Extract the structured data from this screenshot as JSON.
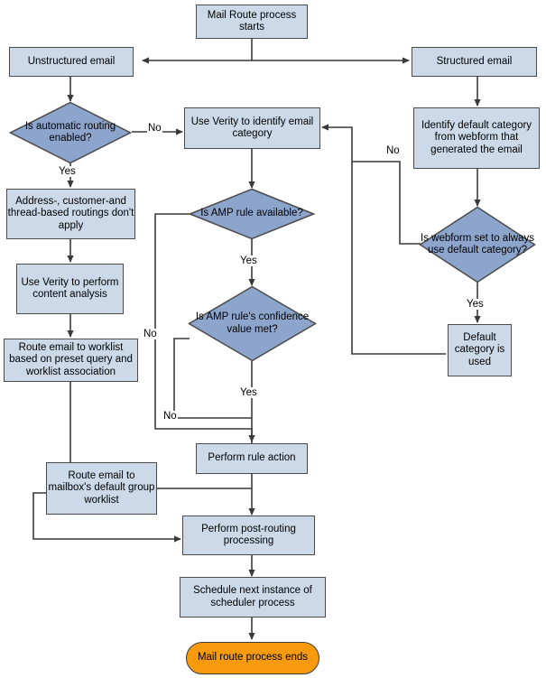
{
  "diagram": {
    "title": "Mail Route process flow",
    "type": "flowchart",
    "colors": {
      "process_fill": "#ccd9e8",
      "decision_fill": "#8da5cc",
      "terminator_fill": "#f79b0d",
      "stroke": "#4a4a4a",
      "connector": "#3a3a3a",
      "text": "#000000",
      "background": "#ffffff"
    },
    "nodes": [
      {
        "id": "start",
        "shape": "process",
        "text": "Mail Route process starts"
      },
      {
        "id": "unstructured",
        "shape": "process",
        "text": "Unstructured email"
      },
      {
        "id": "structured",
        "shape": "process",
        "text": "Structured email"
      },
      {
        "id": "autorouting",
        "shape": "decision",
        "text": "Is automatic routing enabled?"
      },
      {
        "id": "verity-cat",
        "shape": "process",
        "text": "Use Verity to identify email category"
      },
      {
        "id": "ident-default",
        "shape": "process",
        "text": "Identify default category from webform that generated the email"
      },
      {
        "id": "no-apply",
        "shape": "process",
        "text": "Address-, customer-and thread-based routings don't apply"
      },
      {
        "id": "amp-avail",
        "shape": "decision",
        "text": "Is AMP rule available?"
      },
      {
        "id": "webform-set",
        "shape": "decision",
        "text": "Is webform set to always use default category?"
      },
      {
        "id": "verity-content",
        "shape": "process",
        "text": "Use Verity to perform content analysis"
      },
      {
        "id": "amp-conf",
        "shape": "decision",
        "text": "Is AMP rule's confidence value met?"
      },
      {
        "id": "route-preset",
        "shape": "process",
        "text": "Route email to worklist based on preset query and worklist association"
      },
      {
        "id": "default-used",
        "shape": "process",
        "text": "Default category is used"
      },
      {
        "id": "rule-action",
        "shape": "process",
        "text": "Perform rule action"
      },
      {
        "id": "route-mailbox",
        "shape": "process",
        "text": "Route email to mailbox's default group worklist"
      },
      {
        "id": "post-routing",
        "shape": "process",
        "text": "Perform post-routing processing"
      },
      {
        "id": "schedule-next",
        "shape": "process",
        "text": "Schedule next instance of scheduler process"
      },
      {
        "id": "end",
        "shape": "terminator",
        "text": "Mail route process ends"
      }
    ],
    "edge_labels": [
      {
        "id": "autorouting-no",
        "text": "No",
        "from": "autorouting",
        "to": "verity-cat"
      },
      {
        "id": "autorouting-yes",
        "text": "Yes",
        "from": "autorouting",
        "to": "no-apply"
      },
      {
        "id": "webform-no",
        "text": "No",
        "from": "webform-set",
        "to": "verity-cat"
      },
      {
        "id": "webform-yes",
        "text": "Yes",
        "from": "webform-set",
        "to": "default-used"
      },
      {
        "id": "amp-avail-yes",
        "text": "Yes",
        "from": "amp-avail",
        "to": "amp-conf"
      },
      {
        "id": "amp-avail-no",
        "text": "No",
        "from": "amp-avail",
        "to": "route-mailbox"
      },
      {
        "id": "amp-conf-yes",
        "text": "Yes",
        "from": "amp-conf",
        "to": "rule-action"
      },
      {
        "id": "amp-conf-no",
        "text": "No",
        "from": "amp-conf",
        "to": "route-mailbox"
      }
    ]
  }
}
